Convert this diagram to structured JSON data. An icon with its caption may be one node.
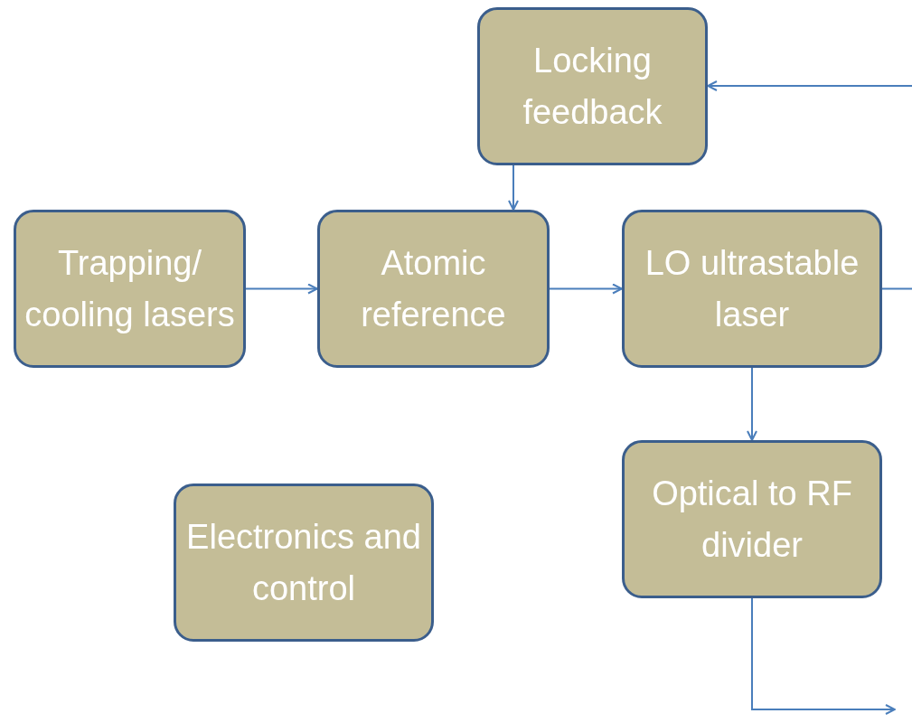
{
  "diagram": {
    "nodes": [
      {
        "text": [
          "Locking feedback"
        ]
      },
      {
        "text": [
          "Trapping/ cooling lasers"
        ]
      },
      {
        "text": [
          "Atomic reference"
        ]
      },
      {
        "text": [
          "LO ultrastable laser"
        ]
      },
      {
        "text": [
          "Electronics and control"
        ]
      },
      {
        "text": [
          "Optical to RF divider"
        ]
      }
    ],
    "edges": [
      {
        "from": null,
        "to": 0,
        "arrow": "to"
      },
      {
        "from": 0,
        "to": 2,
        "arrow": "to"
      },
      {
        "from": 1,
        "to": 2,
        "arrow": "to"
      },
      {
        "from": 2,
        "to": 3,
        "arrow": "to"
      },
      {
        "from": 3,
        "to": null,
        "arrow": "none"
      },
      {
        "from": 3,
        "to": 5,
        "arrow": "to"
      },
      {
        "from": 5,
        "to": null,
        "arrow": "to"
      }
    ]
  }
}
